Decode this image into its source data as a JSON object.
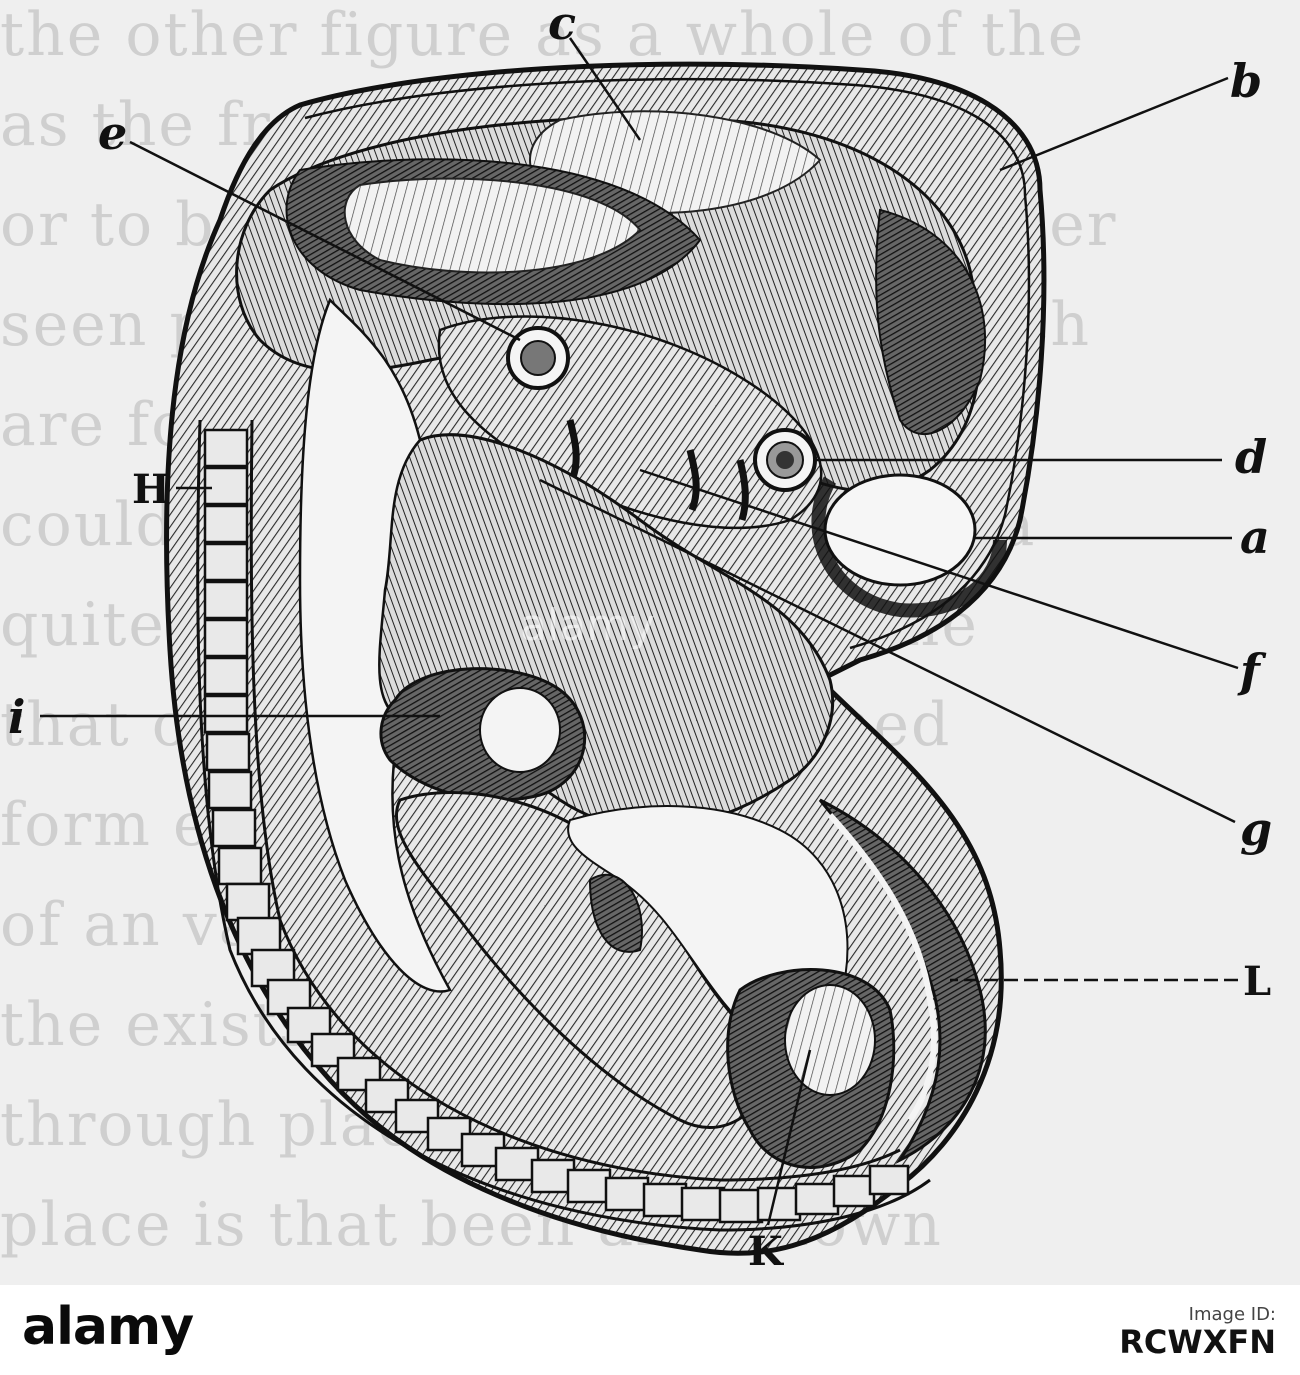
{
  "figure": {
    "labels": {
      "a": "a",
      "b": "b",
      "c": "c",
      "d": "d",
      "e": "e",
      "f": "f",
      "g": "g",
      "i": "i",
      "H": "H",
      "K": "K",
      "L": "L"
    },
    "watermark": "alamy"
  },
  "footer": {
    "logo": "alamy",
    "image_id_label": "Image ID:",
    "image_id": "RCWXFN",
    "colors": {
      "background": "#ffffff",
      "text": "#111111"
    }
  }
}
